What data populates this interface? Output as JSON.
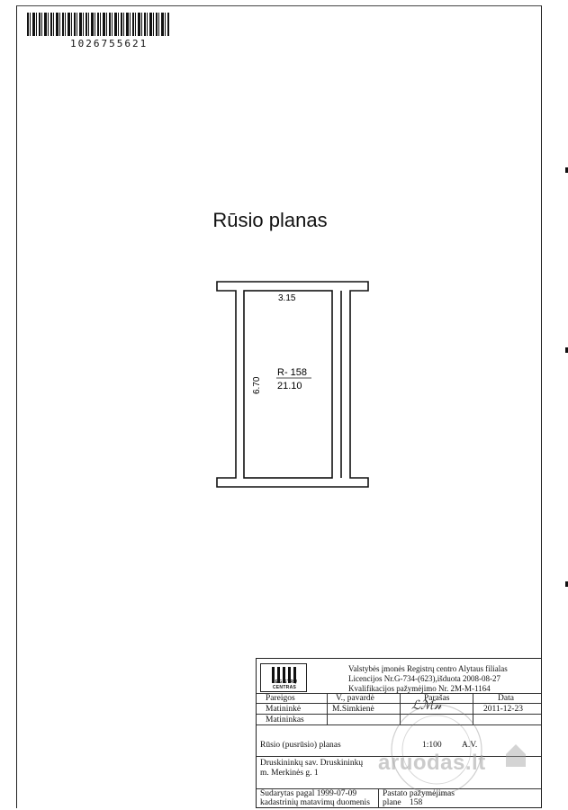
{
  "document": {
    "barcode_number": "1026755621",
    "title": "Rūsio planas"
  },
  "floor_plan": {
    "room_code": "R- 158",
    "room_area": "21.10",
    "width_dim": "3.15",
    "length_dim": "6.70"
  },
  "title_block": {
    "logo_text": "REGISTRŲ CENTRAS",
    "org_line1": "Valstybės įmonės Registrų centro Alytaus filialas",
    "org_line2": "Licencijos Nr.G-734-(623),išduota 2008-08-27",
    "org_line3": "Kvalifikacijos pažymėjimo Nr. 2M-M-1164",
    "headers": {
      "role": "Pareigos",
      "name": "V., pavardė",
      "signature": "Parašas",
      "date": "Data"
    },
    "rows": [
      {
        "role": "Matininkė",
        "name": "M.Šimkienė",
        "date": "2011-12-23"
      },
      {
        "role": "Matininkas",
        "name": "",
        "date": ""
      }
    ],
    "plan_name": "Rūsio (pusrūsio) planas",
    "scale": "1:100",
    "sheet_code": "A.V.",
    "address_line1": "Druskininkų sav. Druskininkų",
    "address_line2": "m. Merkinės g. 1",
    "compiled_line1": "Sudarytas pagal  1999-07-09",
    "compiled_line2": "kadastrinių matavimų duomenis",
    "building_mark_label1": "Pastato pažymėjimas",
    "building_mark_label2": "plane",
    "building_mark_value": "158"
  },
  "watermark": {
    "text": "aruodas.lt"
  }
}
